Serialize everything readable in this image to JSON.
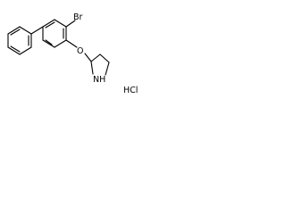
{
  "molecule": {
    "atom_labels": {
      "bromine": "Br",
      "oxygen": "O",
      "nitrogen": "NH"
    },
    "salt": "HCl"
  }
}
